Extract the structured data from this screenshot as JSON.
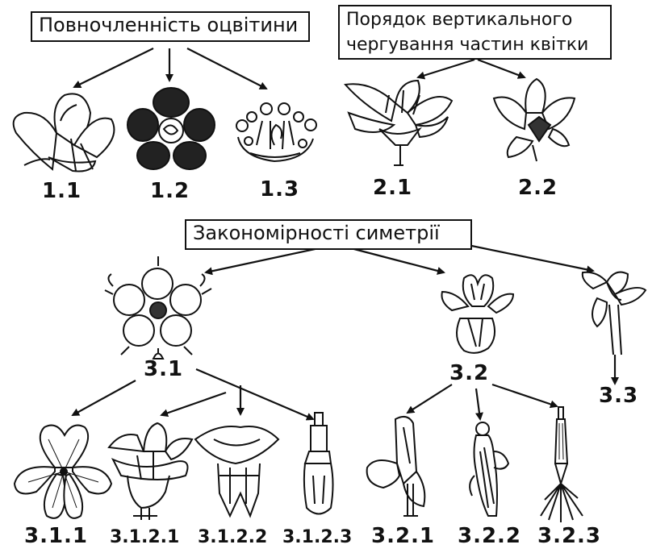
{
  "boxes": {
    "perianth": "Повночленність оцвітини",
    "order_line1": "Порядок вертикального",
    "order_line2": "чергування частин квітки",
    "symmetry": "Закономірності симетрії"
  },
  "labels": {
    "l1_1": "1.1",
    "l1_2": "1.2",
    "l1_3": "1.3",
    "l2_1": "2.1",
    "l2_2": "2.2",
    "l3_1": "3.1",
    "l3_2": "3.2",
    "l3_3": "3.3",
    "l3_1_1": "3.1.1",
    "l3_1_2_1": "3.1.2.1",
    "l3_1_2_2": "3.1.2.2",
    "l3_1_2_3": "3.1.2.3",
    "l3_2_1": "3.2.1",
    "l3_2_2": "3.2.2",
    "l3_2_3": "3.2.3"
  }
}
